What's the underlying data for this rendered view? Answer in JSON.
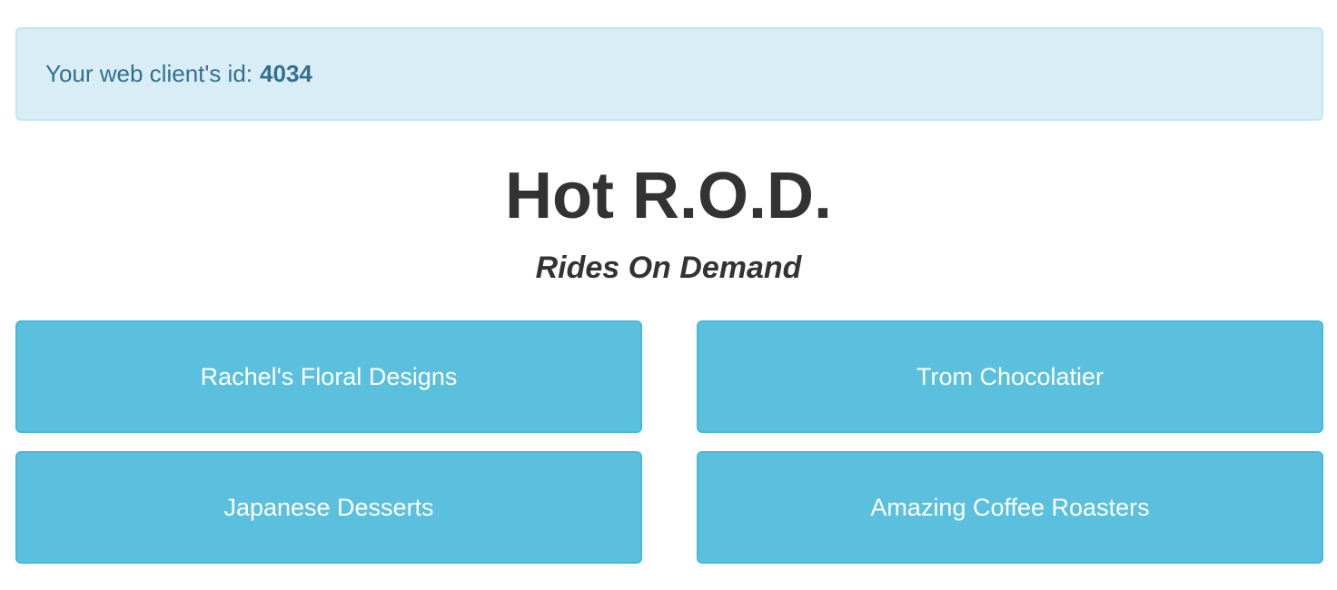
{
  "alert": {
    "label": "Your web client's id:",
    "client_id": "4034"
  },
  "header": {
    "title": "Hot R.O.D.",
    "subtitle": "Rides On Demand"
  },
  "customers": [
    {
      "label": "Rachel's Floral Designs"
    },
    {
      "label": "Trom Chocolatier"
    },
    {
      "label": "Japanese Desserts"
    },
    {
      "label": "Amazing Coffee Roasters"
    }
  ],
  "colors": {
    "alert_bg": "#d9edf7",
    "alert_text": "#31708f",
    "button_bg": "#5bc0de",
    "button_border": "#46b8da"
  }
}
